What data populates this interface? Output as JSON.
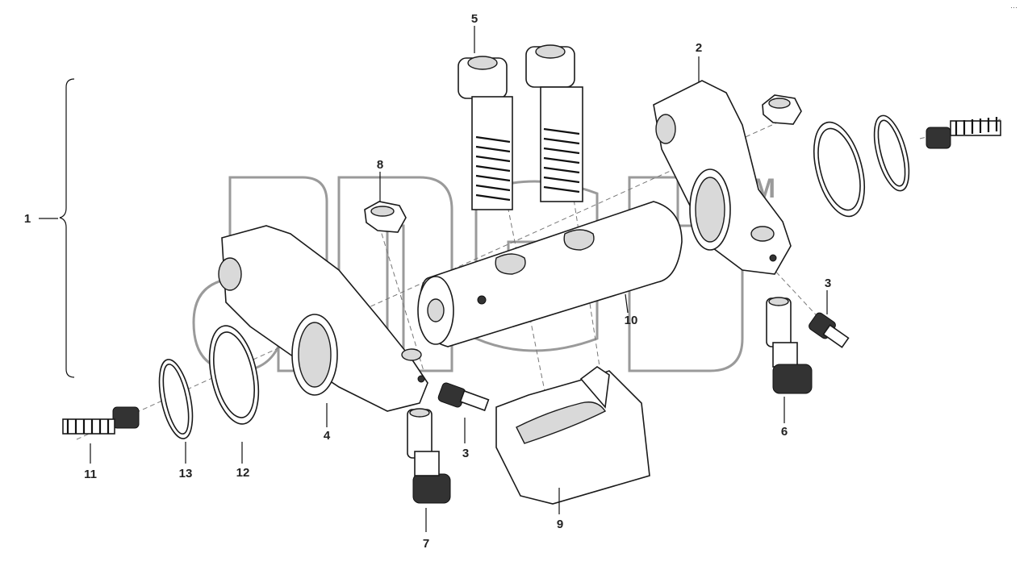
{
  "callouts": {
    "c1": "1",
    "c2": "2",
    "c3a": "3",
    "c3b": "3",
    "c4": "4",
    "c5": "5",
    "c6": "6",
    "c7": "7",
    "c8": "8",
    "c9": "9",
    "c10": "10",
    "c11": "11",
    "c12": "12",
    "c13": "13"
  },
  "watermark": {
    "text": "TM"
  },
  "corner_mark": "···"
}
